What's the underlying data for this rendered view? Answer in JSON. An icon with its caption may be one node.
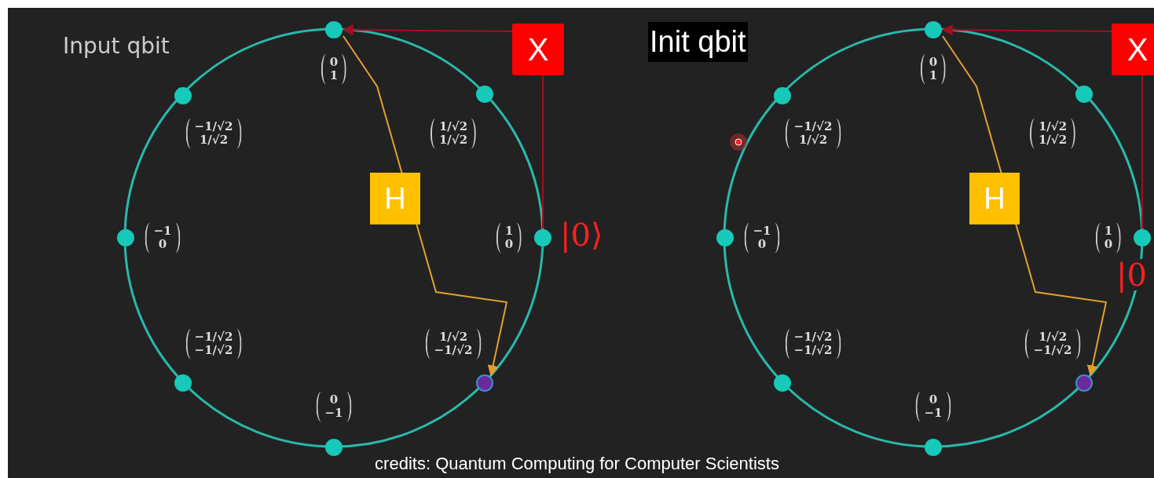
{
  "diagram": {
    "caption": "credits: Quantum Computing for Computer Scientists",
    "nodes": [
      {
        "text": [],
        "shape": "circle",
        "beside": [
          "0",
          "1"
        ]
      },
      {
        "text": [
          "X"
        ]
      },
      {
        "text": [],
        "shape": "circle",
        "beside": [
          "−1/√2",
          "1/√2"
        ]
      },
      {
        "text": [],
        "shape": "circle",
        "beside": [
          "1/√2",
          "1/√2"
        ]
      },
      {
        "text": [],
        "shape": "circle",
        "beside": [
          "−1",
          "0"
        ]
      },
      {
        "text": [],
        "shape": "circle",
        "beside": [
          "1",
          "0"
        ]
      },
      {
        "text": [],
        "shape": "circle",
        "beside": [
          "−1/√2",
          "−1/√2"
        ]
      },
      {
        "text": [],
        "shape": "circle",
        "beside": [
          "1/√2",
          "−1/√2"
        ]
      },
      {
        "text": [],
        "shape": "circle",
        "beside": [
          "0",
          "−1"
        ]
      },
      {
        "text": [],
        "shape": "circle",
        "beside": [
          "0",
          "1"
        ]
      },
      {
        "text": [
          "X"
        ]
      },
      {
        "text": [],
        "shape": "circle",
        "beside": [
          "−1/√2",
          "1/√2"
        ]
      },
      {
        "text": [],
        "shape": "circle",
        "beside": [
          "1/√2",
          "1/√2"
        ]
      },
      {
        "text": [],
        "shape": "circle",
        "beside": [
          "−1",
          "0"
        ]
      },
      {
        "text": [],
        "shape": "circle",
        "beside": [
          "1",
          "0"
        ]
      },
      {
        "text": [],
        "shape": "circle",
        "beside": [
          "−1/√2",
          "−1/√2"
        ]
      },
      {
        "text": [],
        "shape": "circle",
        "beside": [
          "1/√2",
          "−1/√2"
        ]
      },
      {
        "text": [],
        "shape": "circle",
        "beside": [
          "0",
          "−1"
        ]
      }
    ],
    "edges": [
      {
        "from": 5,
        "to": 1,
        "arrow": "none"
      },
      {
        "from": 1,
        "to": 0,
        "arrow": "to"
      },
      {
        "from": 0,
        "to": 7,
        "arrow": "to",
        "label": "H",
        "color": "#e0a030"
      },
      {
        "from": 14,
        "to": 10,
        "arrow": "none"
      },
      {
        "from": 10,
        "to": 9,
        "arrow": "to"
      },
      {
        "from": 9,
        "to": 16,
        "arrow": "to",
        "label": "H",
        "color": "#e0a030"
      }
    ],
    "labels": [
      "Input qbit",
      "|0⟩",
      "Init qbit",
      "|0"
    ]
  }
}
